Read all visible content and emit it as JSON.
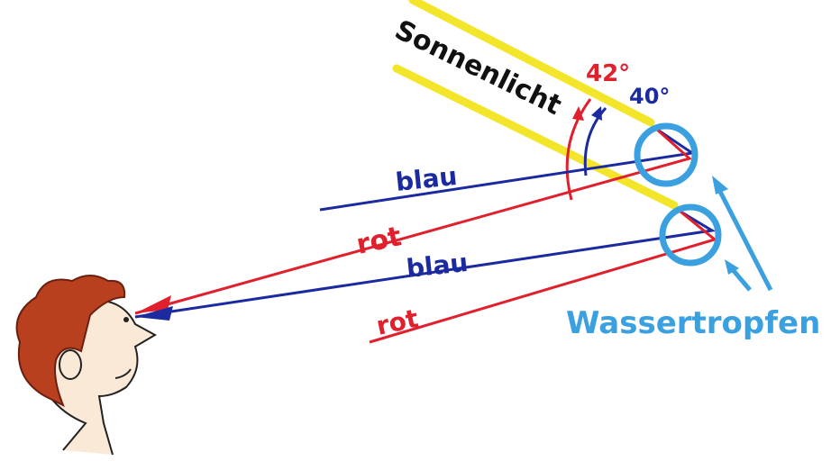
{
  "labels": {
    "sunlight": "Sonnenlicht",
    "angle_red": "42°",
    "angle_blue": "40°",
    "blue_top": "blau",
    "red_top": "rot",
    "blue_bottom": "blau",
    "red_bottom": "rot",
    "droplets": "Wassertropfen"
  },
  "colors": {
    "sun": "#f2e52a",
    "red": "#e0202c",
    "blue": "#1c2aa0",
    "drop": "#3aa0e0",
    "hair": "#b8401e",
    "skin": "#fbe9d8"
  }
}
